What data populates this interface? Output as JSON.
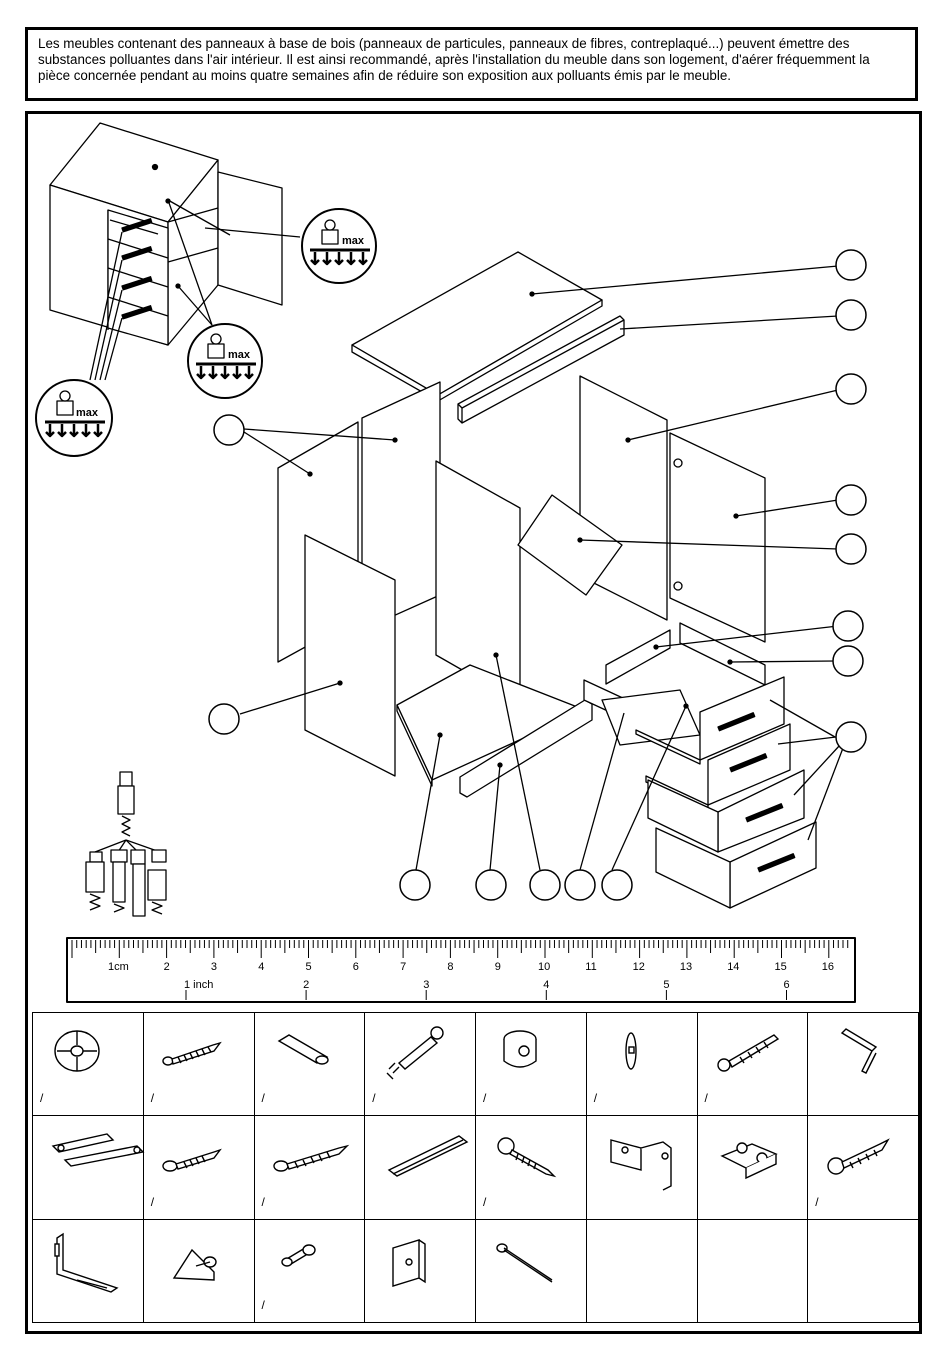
{
  "warning": {
    "text": "Les meubles contenant des panneaux à base de bois (panneaux de particules, panneaux de fibres, contreplaqué...) peuvent émettre des substances polluantes dans l'air intérieur. Il est ainsi recommandé, après l'installation du meuble dans son logement, d'aérer fréquemment la pièce concernée pendant au moins quatre semaines afin de réduire son exposition aux polluants émis par le meuble."
  },
  "load_badges": {
    "label": "max"
  },
  "ruler": {
    "cm_first_label": "1cm",
    "cm_labels": [
      "2",
      "3",
      "4",
      "5",
      "6",
      "7",
      "8",
      "9",
      "10",
      "11",
      "12",
      "13",
      "14",
      "15",
      "16"
    ],
    "inch_first_label": "1 inch",
    "inch_labels": [
      "2",
      "3",
      "4",
      "5",
      "6"
    ]
  },
  "hardware": {
    "rows": [
      [
        {
          "icon": "castor-wheel-icon",
          "qty": "/"
        },
        {
          "icon": "wood-screw-icon",
          "qty": "/"
        },
        {
          "icon": "wooden-dowel-icon",
          "qty": "/"
        },
        {
          "icon": "cam-bolt-icon",
          "qty": "/"
        },
        {
          "icon": "cam-lock-icon",
          "qty": "/"
        },
        {
          "icon": "washer-icon",
          "qty": "/"
        },
        {
          "icon": "wall-plug-screw-icon",
          "qty": "/"
        },
        {
          "icon": "allen-key-icon",
          "qty": ""
        }
      ],
      [
        {
          "icon": "drawer-runner-icon",
          "qty": ""
        },
        {
          "icon": "short-screw-icon",
          "qty": "/"
        },
        {
          "icon": "long-screw-icon",
          "qty": "/"
        },
        {
          "icon": "handle-icon",
          "qty": ""
        },
        {
          "icon": "pan-head-screw-icon",
          "qty": "/"
        },
        {
          "icon": "hinge-icon",
          "qty": ""
        },
        {
          "icon": "hinge-plate-icon",
          "qty": ""
        },
        {
          "icon": "countersunk-screw-icon",
          "qty": "/"
        }
      ],
      [
        {
          "icon": "angle-bracket-icon",
          "qty": ""
        },
        {
          "icon": "corner-block-icon",
          "qty": ""
        },
        {
          "icon": "shelf-pin-icon",
          "qty": "/"
        },
        {
          "icon": "metal-clip-icon",
          "qty": ""
        },
        {
          "icon": "nail-icon",
          "qty": ""
        },
        {
          "icon": "empty-slot",
          "qty": ""
        },
        {
          "icon": "empty-slot",
          "qty": ""
        },
        {
          "icon": "empty-slot",
          "qty": ""
        }
      ]
    ]
  }
}
